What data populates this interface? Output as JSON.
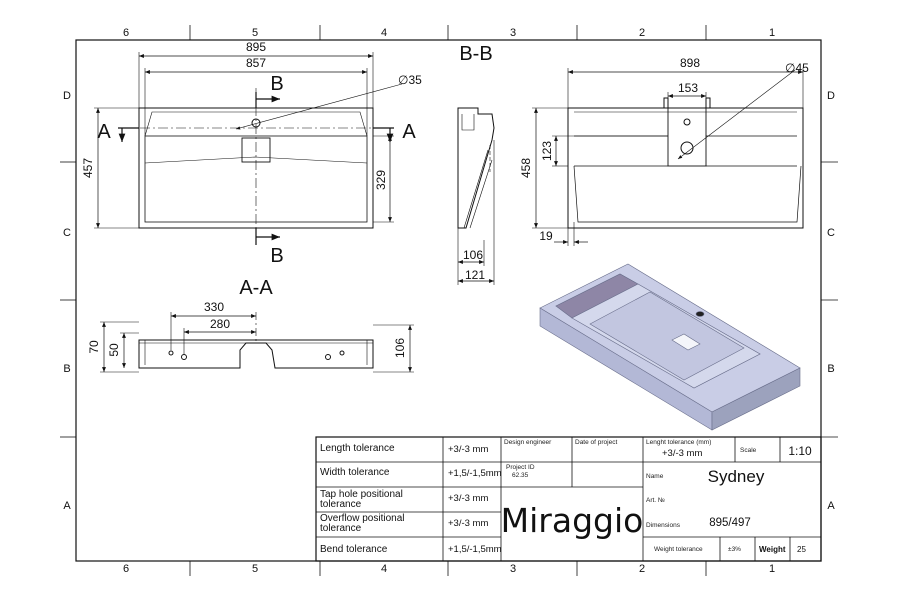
{
  "colors": {
    "line": "#111111",
    "sink_top": "#c9cde6",
    "sink_inner": "#8e86a6",
    "sink_side": "#9ca2bd",
    "sink_front": "#b3b8d6"
  },
  "zones": {
    "columns": [
      "6",
      "5",
      "4",
      "3",
      "2",
      "1"
    ],
    "rows": [
      "D",
      "C",
      "B",
      "A"
    ]
  },
  "section_labels": {
    "a": "A",
    "b": "B",
    "bb_title": "B-B",
    "aa_title": "A-A"
  },
  "top_view": {
    "overall_width": "895",
    "inner_width": "857",
    "hole_dia": "∅35",
    "depth": "457",
    "inner_depth": "329"
  },
  "side_view": {
    "w1": "106",
    "w2": "121"
  },
  "back_view": {
    "width": "898",
    "hole_dia": "∅45",
    "tap_offset": "153",
    "depth": "458",
    "tap_depth": "123",
    "edge": "19"
  },
  "section_aa": {
    "d1": "330",
    "d2": "280",
    "h1": "70",
    "h2": "50",
    "h3": "106"
  },
  "title_block": {
    "tolerances": [
      {
        "label": "Length tolerance",
        "value": "+3/-3 mm"
      },
      {
        "label": "Width tolerance",
        "value": "+1,5/-1,5mm"
      },
      {
        "label": "Tap hole positional tolerance",
        "value": "+3/-3 mm"
      },
      {
        "label": "Overflow positional tolerance",
        "value": "+3/-3 mm"
      },
      {
        "label": "Bend tolerance",
        "value": "+1,5/-1,5mm"
      }
    ],
    "design_engineer_label": "Design engineer",
    "date_label": "Date of project",
    "project_id_label": "Project ID",
    "project_id_value": "62.35",
    "brand": "Miraggio",
    "length_tol_label": "Lenght tolerance (mm)",
    "length_tol_value": "+3/-3 mm",
    "scale_label": "Scale",
    "scale_value": "1:10",
    "name_label": "Name",
    "name_value": "Sydney",
    "art_label": "Art. №",
    "dimensions_label": "Dimensions",
    "dimensions_value": "895/497",
    "weight_tol_label": "Weight tolerance",
    "weight_tol_value": "±3%",
    "weight_label": "Weight",
    "weight_value": "25"
  }
}
